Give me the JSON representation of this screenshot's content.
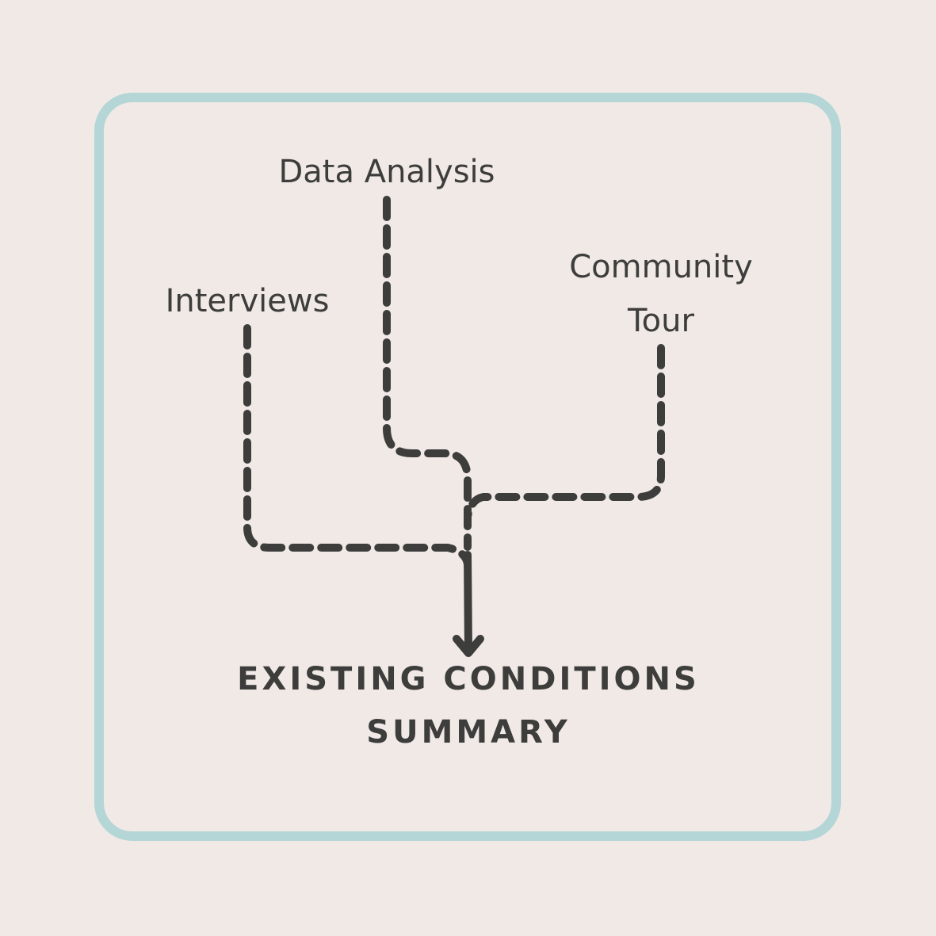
{
  "colors": {
    "background": "#f0e9e6",
    "frame": "#b4d6d6",
    "ink": "#3d3d3b"
  },
  "sources": [
    {
      "label_lines": [
        "Data Analysis"
      ]
    },
    {
      "label_lines": [
        "Interviews"
      ]
    },
    {
      "label_lines": [
        "Community",
        "Tour"
      ]
    }
  ],
  "result": {
    "label_lines": [
      "EXISTING CONDITIONS",
      "SUMMARY"
    ]
  }
}
